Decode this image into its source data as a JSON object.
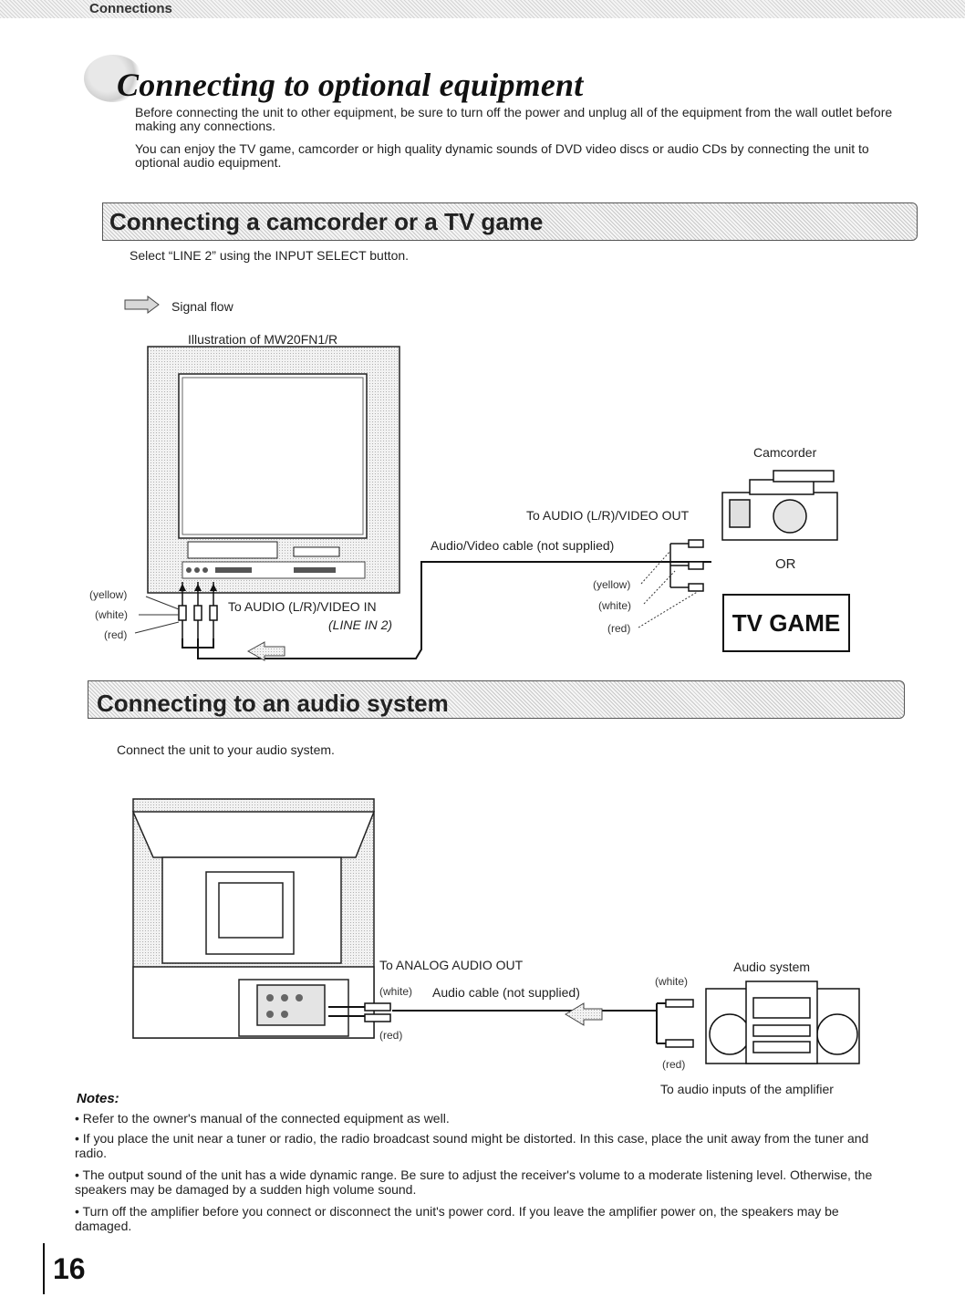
{
  "header": {
    "section_label": "Connections"
  },
  "title": "Connecting to optional equipment",
  "intro": [
    "Before connecting the unit to other equipment, be sure to turn off the power and unplug all of the equipment from the wall outlet before making any connections.",
    "You can enjoy the TV game, camcorder or high quality dynamic sounds of DVD video discs or audio CDs by connecting the unit to optional audio equipment."
  ],
  "section1": {
    "title": "Connecting a camcorder or a TV game",
    "instruction": "Select “LINE 2” using the INPUT SELECT button.",
    "signal_flow_label": "Signal flow",
    "illustration_caption": "Illustration of MW20FN1/R",
    "left_labels": [
      "(yellow)",
      "(white)",
      "(red)"
    ],
    "to_audio_in": "To AUDIO (L/R)/VIDEO IN",
    "line_in": "(LINE IN 2)",
    "to_audio_out": "To AUDIO (L/R)/VIDEO OUT",
    "cable_label": "Audio/Video cable (not supplied)",
    "right_labels": [
      "(yellow)",
      "(white)",
      "(red)"
    ],
    "camcorder_label": "Camcorder",
    "or_label": "OR",
    "tv_game_label": "TV GAME"
  },
  "section2": {
    "title": "Connecting to an audio system",
    "instruction": "Connect the unit to your audio system.",
    "to_analog_out": "To ANALOG AUDIO OUT",
    "white_label_left": "(white)",
    "cable_label": "Audio cable (not supplied)",
    "red_label_left": "(red)",
    "white_label_right": "(white)",
    "red_label_right": "(red)",
    "audio_system_label": "Audio system",
    "to_audio_inputs": "To audio inputs of the amplifier"
  },
  "notes": {
    "heading": "Notes:",
    "items": [
      "Refer to the owner's manual of the connected equipment as well.",
      "If you place the unit near a tuner or radio, the radio broadcast sound might be distorted. In this case, place the unit away from the tuner and radio.",
      "The output sound of the unit has a wide dynamic range. Be sure to adjust the receiver's volume to a moderate listening level. Otherwise, the speakers may be damaged by a sudden high volume sound.",
      "Turn off the amplifier before you connect or disconnect the unit's power cord. If you leave the amplifier power on, the speakers may be damaged."
    ]
  },
  "page_number": "16"
}
